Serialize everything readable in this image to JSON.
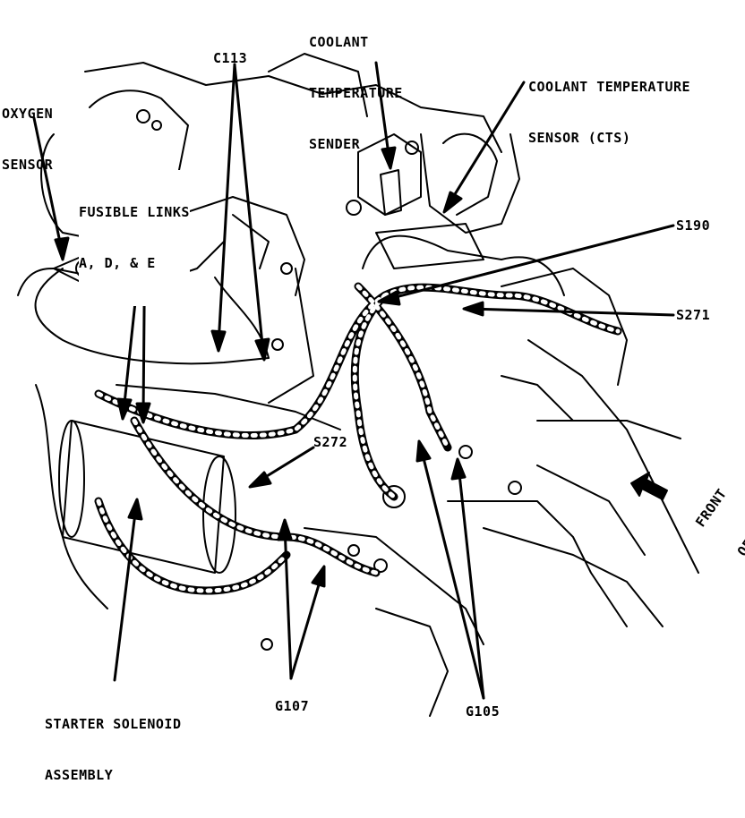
{
  "labels": {
    "oxygen_sensor": [
      "OXYGEN",
      "SENSOR"
    ],
    "c113": "C113",
    "coolant_temp_sender": [
      "COOLANT",
      "TEMPERATURE",
      "SENDER"
    ],
    "coolant_temp_sensor": [
      "COOLANT TEMPERATURE",
      "SENSOR (CTS)"
    ],
    "fusible_links": [
      "FUSIBLE LINKS",
      "A, D, & E"
    ],
    "s190": "S190",
    "s271": "S271",
    "s272": "S272",
    "front_of_car": [
      "FRONT",
      "OF CAR"
    ],
    "starter_solenoid": [
      "STARTER SOLENOID",
      "ASSEMBLY"
    ],
    "g107": "G107",
    "g105": "G105"
  },
  "colors": {
    "ink": "#000000",
    "paper": "#ffffff"
  }
}
